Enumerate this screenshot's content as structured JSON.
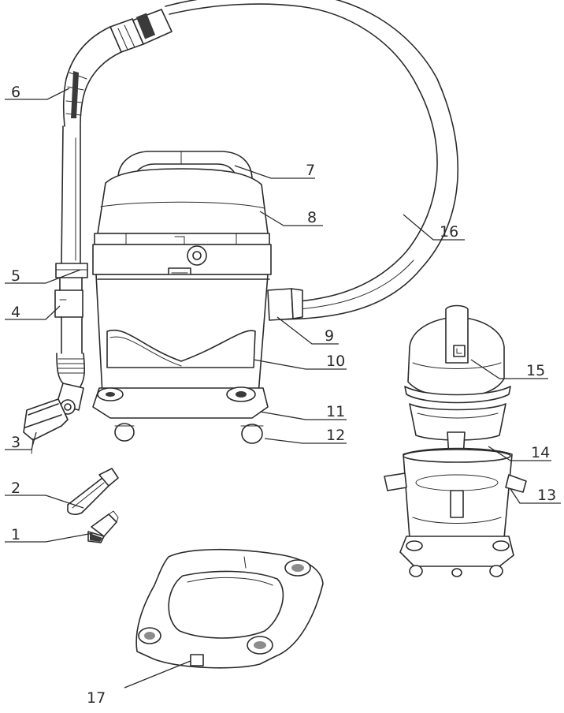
{
  "part_labels": [
    {
      "id": "1",
      "text": "1"
    },
    {
      "id": "2",
      "text": "2"
    },
    {
      "id": "3",
      "text": "3"
    },
    {
      "id": "4",
      "text": "4"
    },
    {
      "id": "5",
      "text": "5"
    },
    {
      "id": "6",
      "text": "6"
    },
    {
      "id": "7",
      "text": "7"
    },
    {
      "id": "8",
      "text": "8"
    },
    {
      "id": "9",
      "text": "9"
    },
    {
      "id": "10",
      "text": "10"
    },
    {
      "id": "11",
      "text": "11"
    },
    {
      "id": "12",
      "text": "12"
    },
    {
      "id": "13",
      "text": "13"
    },
    {
      "id": "14",
      "text": "14"
    },
    {
      "id": "15",
      "text": "15"
    },
    {
      "id": "16",
      "text": "16"
    },
    {
      "id": "17",
      "text": "17"
    }
  ],
  "colors": {
    "line": "#2b2b2b",
    "shade": "#8c8c8c",
    "background": "#ffffff"
  },
  "icons": [
    "vacuum-cleaner-assembly",
    "exploded-vacuum-view",
    "caster-base-ring"
  ]
}
